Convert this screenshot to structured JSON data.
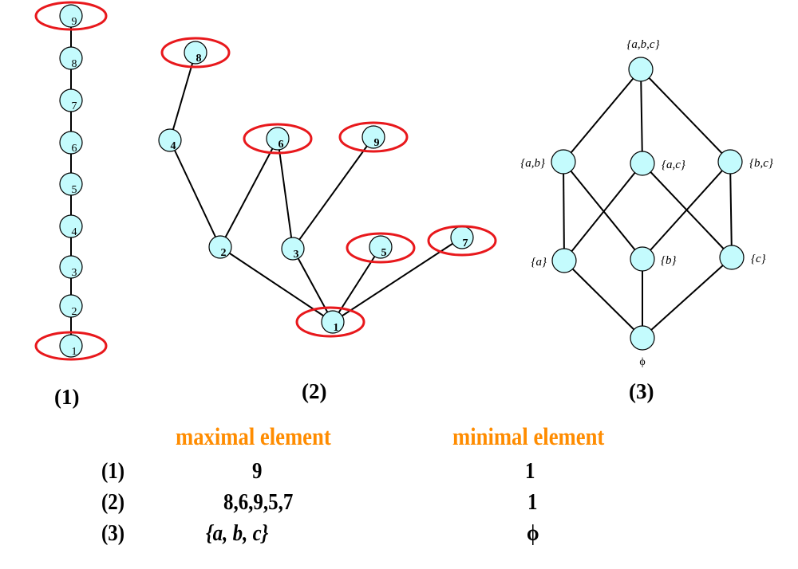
{
  "colors": {
    "node_fill": "#c4fbfd",
    "highlight": "#e8181c",
    "header": "#ff8c00"
  },
  "diagrams": [
    {
      "caption": "(1)",
      "nodes": [
        "1",
        "2",
        "3",
        "4",
        "5",
        "6",
        "7",
        "8",
        "9"
      ],
      "edges": [
        [
          "1",
          "2"
        ],
        [
          "2",
          "3"
        ],
        [
          "3",
          "4"
        ],
        [
          "4",
          "5"
        ],
        [
          "5",
          "6"
        ],
        [
          "6",
          "7"
        ],
        [
          "7",
          "8"
        ],
        [
          "8",
          "9"
        ]
      ],
      "highlighted": [
        "9",
        "1"
      ]
    },
    {
      "caption": "(2)",
      "nodes": [
        "1",
        "2",
        "3",
        "4",
        "5",
        "6",
        "7",
        "8",
        "9"
      ],
      "edges": [
        [
          "8",
          "4"
        ],
        [
          "4",
          "2"
        ],
        [
          "2",
          "6"
        ],
        [
          "6",
          "3"
        ],
        [
          "3",
          "9"
        ],
        [
          "2",
          "1"
        ],
        [
          "3",
          "1"
        ],
        [
          "5",
          "1"
        ],
        [
          "7",
          "1"
        ]
      ],
      "highlighted": [
        "8",
        "6",
        "9",
        "5",
        "7",
        "1"
      ]
    },
    {
      "caption": "(3)",
      "nodes": [
        "{a,b,c}",
        "{a,b}",
        "{a,c}",
        "{b,c}",
        "{a}",
        "{b}",
        "{c}",
        "ϕ"
      ],
      "edges": [
        [
          "{a,b,c}",
          "{a,b}"
        ],
        [
          "{a,b,c}",
          "{a,c}"
        ],
        [
          "{a,b,c}",
          "{b,c}"
        ],
        [
          "{a,b}",
          "{a}"
        ],
        [
          "{a,b}",
          "{b}"
        ],
        [
          "{a,c}",
          "{a}"
        ],
        [
          "{a,c}",
          "{c}"
        ],
        [
          "{b,c}",
          "{b}"
        ],
        [
          "{b,c}",
          "{c}"
        ],
        [
          "{a}",
          "ϕ"
        ],
        [
          "{b}",
          "ϕ"
        ],
        [
          "{c}",
          "ϕ"
        ]
      ],
      "highlighted": []
    }
  ],
  "table": {
    "headers": [
      "maximal element",
      "minimal element"
    ],
    "rows": [
      {
        "label": "(1)",
        "maximal": "9",
        "minimal": "1"
      },
      {
        "label": "(2)",
        "maximal": "8,6,9,5,7",
        "minimal": "1"
      },
      {
        "label": "(3)",
        "maximal": "{a, b, c}",
        "minimal": "ϕ"
      }
    ]
  }
}
